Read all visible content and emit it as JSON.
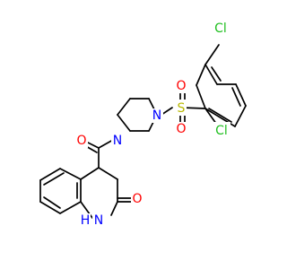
{
  "molecule": {
    "atoms": [
      {
        "id": "Cl1",
        "label": "Cl",
        "role": "chlorine-top",
        "color": "#1fbf1f"
      },
      {
        "id": "Cl2",
        "label": "Cl",
        "role": "chlorine-right",
        "color": "#1fbf1f"
      },
      {
        "id": "S1",
        "label": "S",
        "role": "sulfonyl-sulfur",
        "color": "#b8b800"
      },
      {
        "id": "O1",
        "label": "O",
        "role": "sulfonyl-oxygen-top",
        "color": "#ff0000"
      },
      {
        "id": "O2",
        "label": "O",
        "role": "sulfonyl-oxygen-bottom",
        "color": "#ff0000"
      },
      {
        "id": "N1",
        "label": "N",
        "role": "piperazine-nitrogen-right",
        "color": "#0000ff"
      },
      {
        "id": "N2",
        "label": "N",
        "role": "piperazine-nitrogen-left",
        "color": "#0000ff"
      },
      {
        "id": "O3",
        "label": "O",
        "role": "carbonyl-oxygen",
        "color": "#ff0000"
      },
      {
        "id": "O4",
        "label": "O",
        "role": "lactam-oxygen",
        "color": "#ff0000"
      },
      {
        "id": "N3",
        "label": "N",
        "role": "lactam-nitrogen",
        "color": "#0000ff"
      },
      {
        "id": "H1",
        "label": "H",
        "role": "lactam-hydrogen",
        "color": "#0000ff"
      }
    ]
  }
}
